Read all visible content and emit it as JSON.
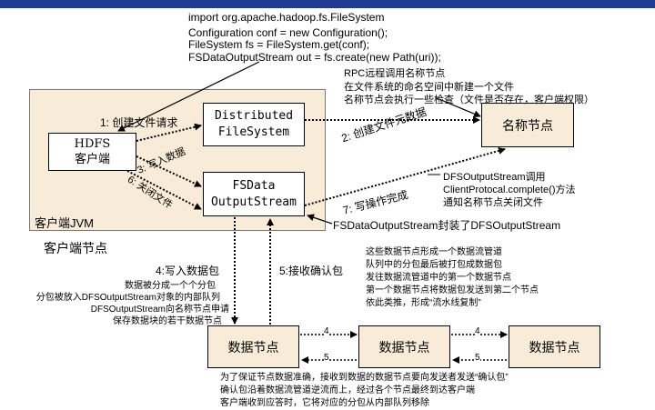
{
  "code_snippet": {
    "line1": "import org.apache.hadoop.fs.FileSystem",
    "line2": "Configuration conf = new Configuration();",
    "line3": "FileSystem fs = FileSystem.get(conf);",
    "line4": "FSDataOutputStream out = fs.create(new Path(uri));"
  },
  "client_jvm": {
    "label": "客户端JVM",
    "hdfs_client_line1": "HDFS",
    "hdfs_client_line2": "客户端",
    "dfs_line1": "Distributed",
    "dfs_line2": "FileSystem",
    "fsdos_line1": "FSData",
    "fsdos_line2": "OutputStream"
  },
  "client_node_label": "客户端节点",
  "namenode_label": "名称节点",
  "datanodes": [
    "数据节点",
    "数据节点",
    "数据节点"
  ],
  "steps": {
    "s1": "1: 创建文件请求",
    "s2": "2: 创建文件元数据",
    "s3": "3: 写入数据",
    "s4": "4:写入数据包",
    "s5": "5:接收确认包",
    "s6": "6: 关闭文件",
    "s7": "7: 写操作完成",
    "pipe4a": "4",
    "pipe4b": "4",
    "pipe5a": "5",
    "pipe5b": "5"
  },
  "notes": {
    "rpc_line1": "RPC远程调用名称节点",
    "rpc_line2": "在文件系统的命名空间中新建一个文件",
    "rpc_line3": "名称节点会执行一些检查（文件是否存在，客户端权限）",
    "complete_line1": "DFSOutputStream调用",
    "complete_line2": "ClientProtocal.complete()方法",
    "complete_line3": "通知名称节点关闭文件",
    "wrap_note": "FSDataOutputStream封装了DFSOutputStream",
    "split_line1": "数据被分成一个个分包",
    "split_line2": "分包被放入DFSOutputStream对象的内部队列",
    "split_line3": "DFSOutputStream向名称节点申请",
    "split_line4": "保存数据块的若干数据节点",
    "pipe_line1": "这些数据节点形成一个数据流管道",
    "pipe_line2": "队列中的分包最后被打包成数据包",
    "pipe_line3": "发往数据流管道中的第一个数据节点",
    "pipe_line4": "第一个数据节点将数据包发送到第二个节点",
    "pipe_line5": "依此类推，形成“流水线复制”",
    "ack_line1": "为了保证节点数据准确，接收到数据的数据节点要向发送者发送“确认包”",
    "ack_line2": "确认包沿着数据流管道逆流而上，经过各个节点最终到达客户端",
    "ack_line3": "客户端收到应答时，它将对应的分包从内部队列移除"
  },
  "colors": {
    "jvm_fill": "#f8ecd8",
    "node_fill": "#f8ecd8",
    "topbar": "#1f3a93"
  }
}
